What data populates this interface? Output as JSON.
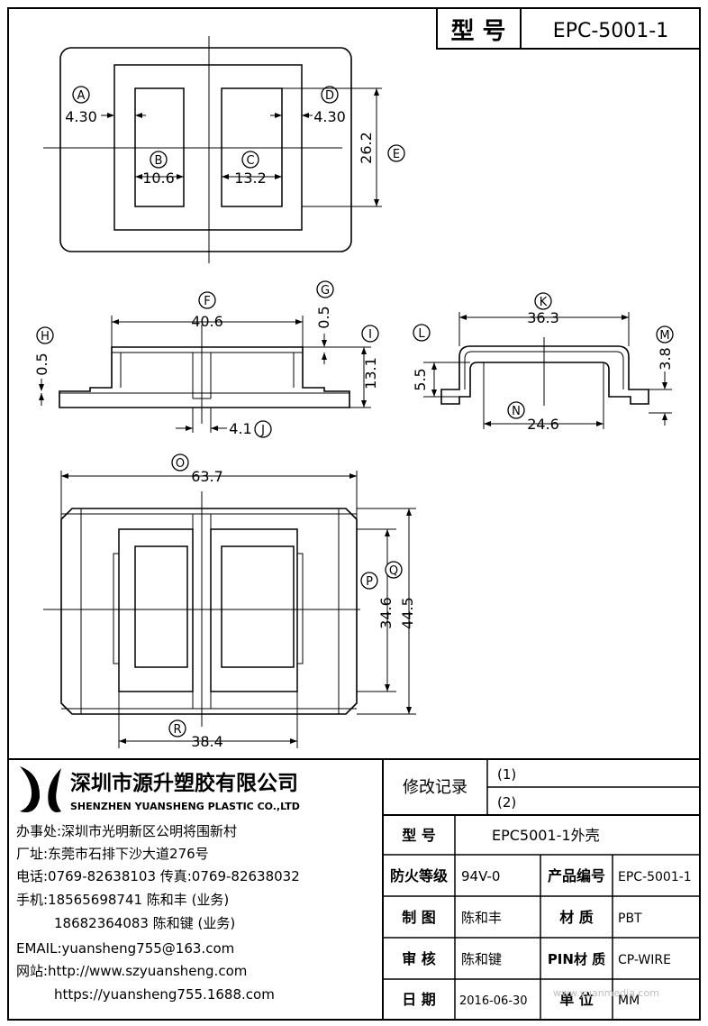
{
  "header": {
    "model_label": "型 号",
    "model_value": "EPC-5001-1"
  },
  "drawing": {
    "top_view": {
      "A": {
        "letter": "A",
        "value": "4.30"
      },
      "B": {
        "letter": "B",
        "value": "10.6"
      },
      "C": {
        "letter": "C",
        "value": "13.2"
      },
      "D": {
        "letter": "D",
        "value": "4.30"
      },
      "E": {
        "letter": "E",
        "value": "26.2"
      }
    },
    "front_view": {
      "F": {
        "letter": "F",
        "value": "40.6"
      },
      "G": {
        "letter": "G",
        "value": "0.5"
      },
      "H": {
        "letter": "H",
        "value": "0.5"
      },
      "I": {
        "letter": "I",
        "value": "13.1"
      },
      "J": {
        "letter": "J",
        "value": "4.1"
      }
    },
    "side_view": {
      "K": {
        "letter": "K",
        "value": "36.3"
      },
      "L": {
        "letter": "L",
        "value": "5.5"
      },
      "M": {
        "letter": "M",
        "value": "3.8"
      },
      "N": {
        "letter": "N",
        "value": "24.6"
      }
    },
    "bottom_view": {
      "O": {
        "letter": "O",
        "value": "63.7"
      },
      "P": {
        "letter": "P",
        "value": "34.6"
      },
      "Q": {
        "letter": "Q",
        "value": "44.5"
      },
      "R": {
        "letter": "R",
        "value": "38.4"
      }
    }
  },
  "company": {
    "name_cn": "深圳市源升塑胶有限公司",
    "name_en": "SHENZHEN YUANSHENG PLASTIC CO.,LTD",
    "lines": [
      "办事处:深圳市光明新区公明将围新村",
      "厂址:东莞市石排下沙大道276号",
      "电话:0769-82638103 传真:0769-82638032",
      "手机:18565698741 陈和丰 (业务)",
      "18682364083 陈和键 (业务)",
      "EMAIL:yuansheng755@163.com",
      "网站:http://www.szyuansheng.com",
      "https://yuansheng755.1688.com"
    ]
  },
  "revision": {
    "label": "修改记录",
    "rows": [
      "(1)",
      "(2)"
    ]
  },
  "info_table": {
    "model_label": "型 号",
    "model_value": "EPC5001-1外壳",
    "fire_label": "防火等级",
    "fire_value": "94V-0",
    "code_label": "产品编号",
    "code_value": "EPC-5001-1",
    "drawn_label": "制 图",
    "drawn_value": "陈和丰",
    "material_label": "材 质",
    "material_value": "PBT",
    "review_label": "审 核",
    "review_value": "陈和键",
    "pin_label": "PIN材 质",
    "pin_value": "CP-WIRE",
    "date_label": "日 期",
    "date_value": "2016-06-30",
    "unit_label": "单 位",
    "unit_value": "MM"
  },
  "watermark": "www.yuanmedia.com"
}
